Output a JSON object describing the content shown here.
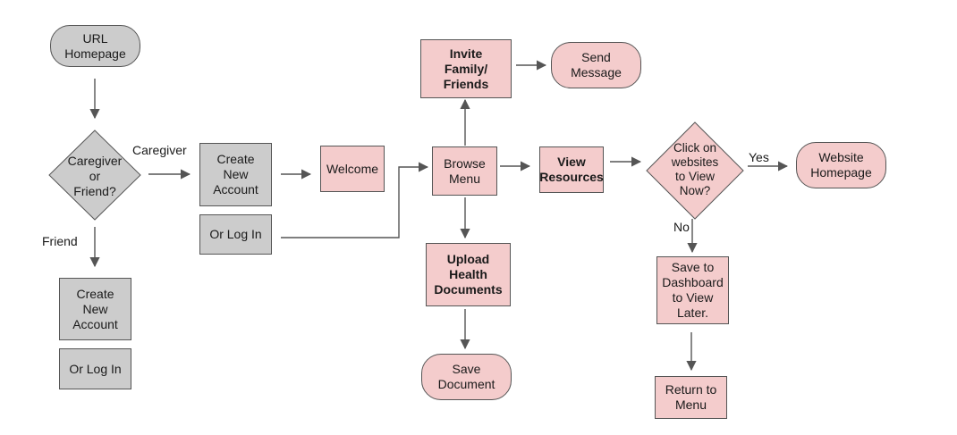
{
  "nodes": {
    "url_homepage": [
      "URL",
      "Homepage"
    ],
    "caregiver_or_friend": [
      "Caregiver",
      "or",
      "Friend?"
    ],
    "create_account_caregiver": [
      "Create",
      "New",
      "Account"
    ],
    "log_in_caregiver": [
      "Or Log In"
    ],
    "create_account_friend": [
      "Create",
      "New",
      "Account"
    ],
    "log_in_friend": [
      "Or Log In"
    ],
    "welcome": [
      "Welcome"
    ],
    "browse_menu": [
      "Browse",
      "Menu"
    ],
    "invite": [
      "Invite",
      "Family/",
      "Friends"
    ],
    "send_message": [
      "Send",
      "Message"
    ],
    "upload": [
      "Upload",
      "Health",
      "Documents"
    ],
    "save_document": [
      "Save",
      "Document"
    ],
    "view_resources": [
      "View",
      "Resources"
    ],
    "click_websites": [
      "Click on",
      "websites",
      "to  View",
      "Now?"
    ],
    "website_homepage": [
      "Website",
      "Homepage"
    ],
    "save_dashboard": [
      "Save to",
      "Dashboard",
      "to View",
      "Later."
    ],
    "return_menu": [
      "Return to",
      "Menu"
    ]
  },
  "edge_labels": {
    "caregiver": "Caregiver",
    "friend": "Friend",
    "yes": "Yes",
    "no": "No"
  },
  "colors": {
    "grey_fill": "#cccccc",
    "pink_fill": "#f4cccc",
    "stroke": "#555555"
  }
}
